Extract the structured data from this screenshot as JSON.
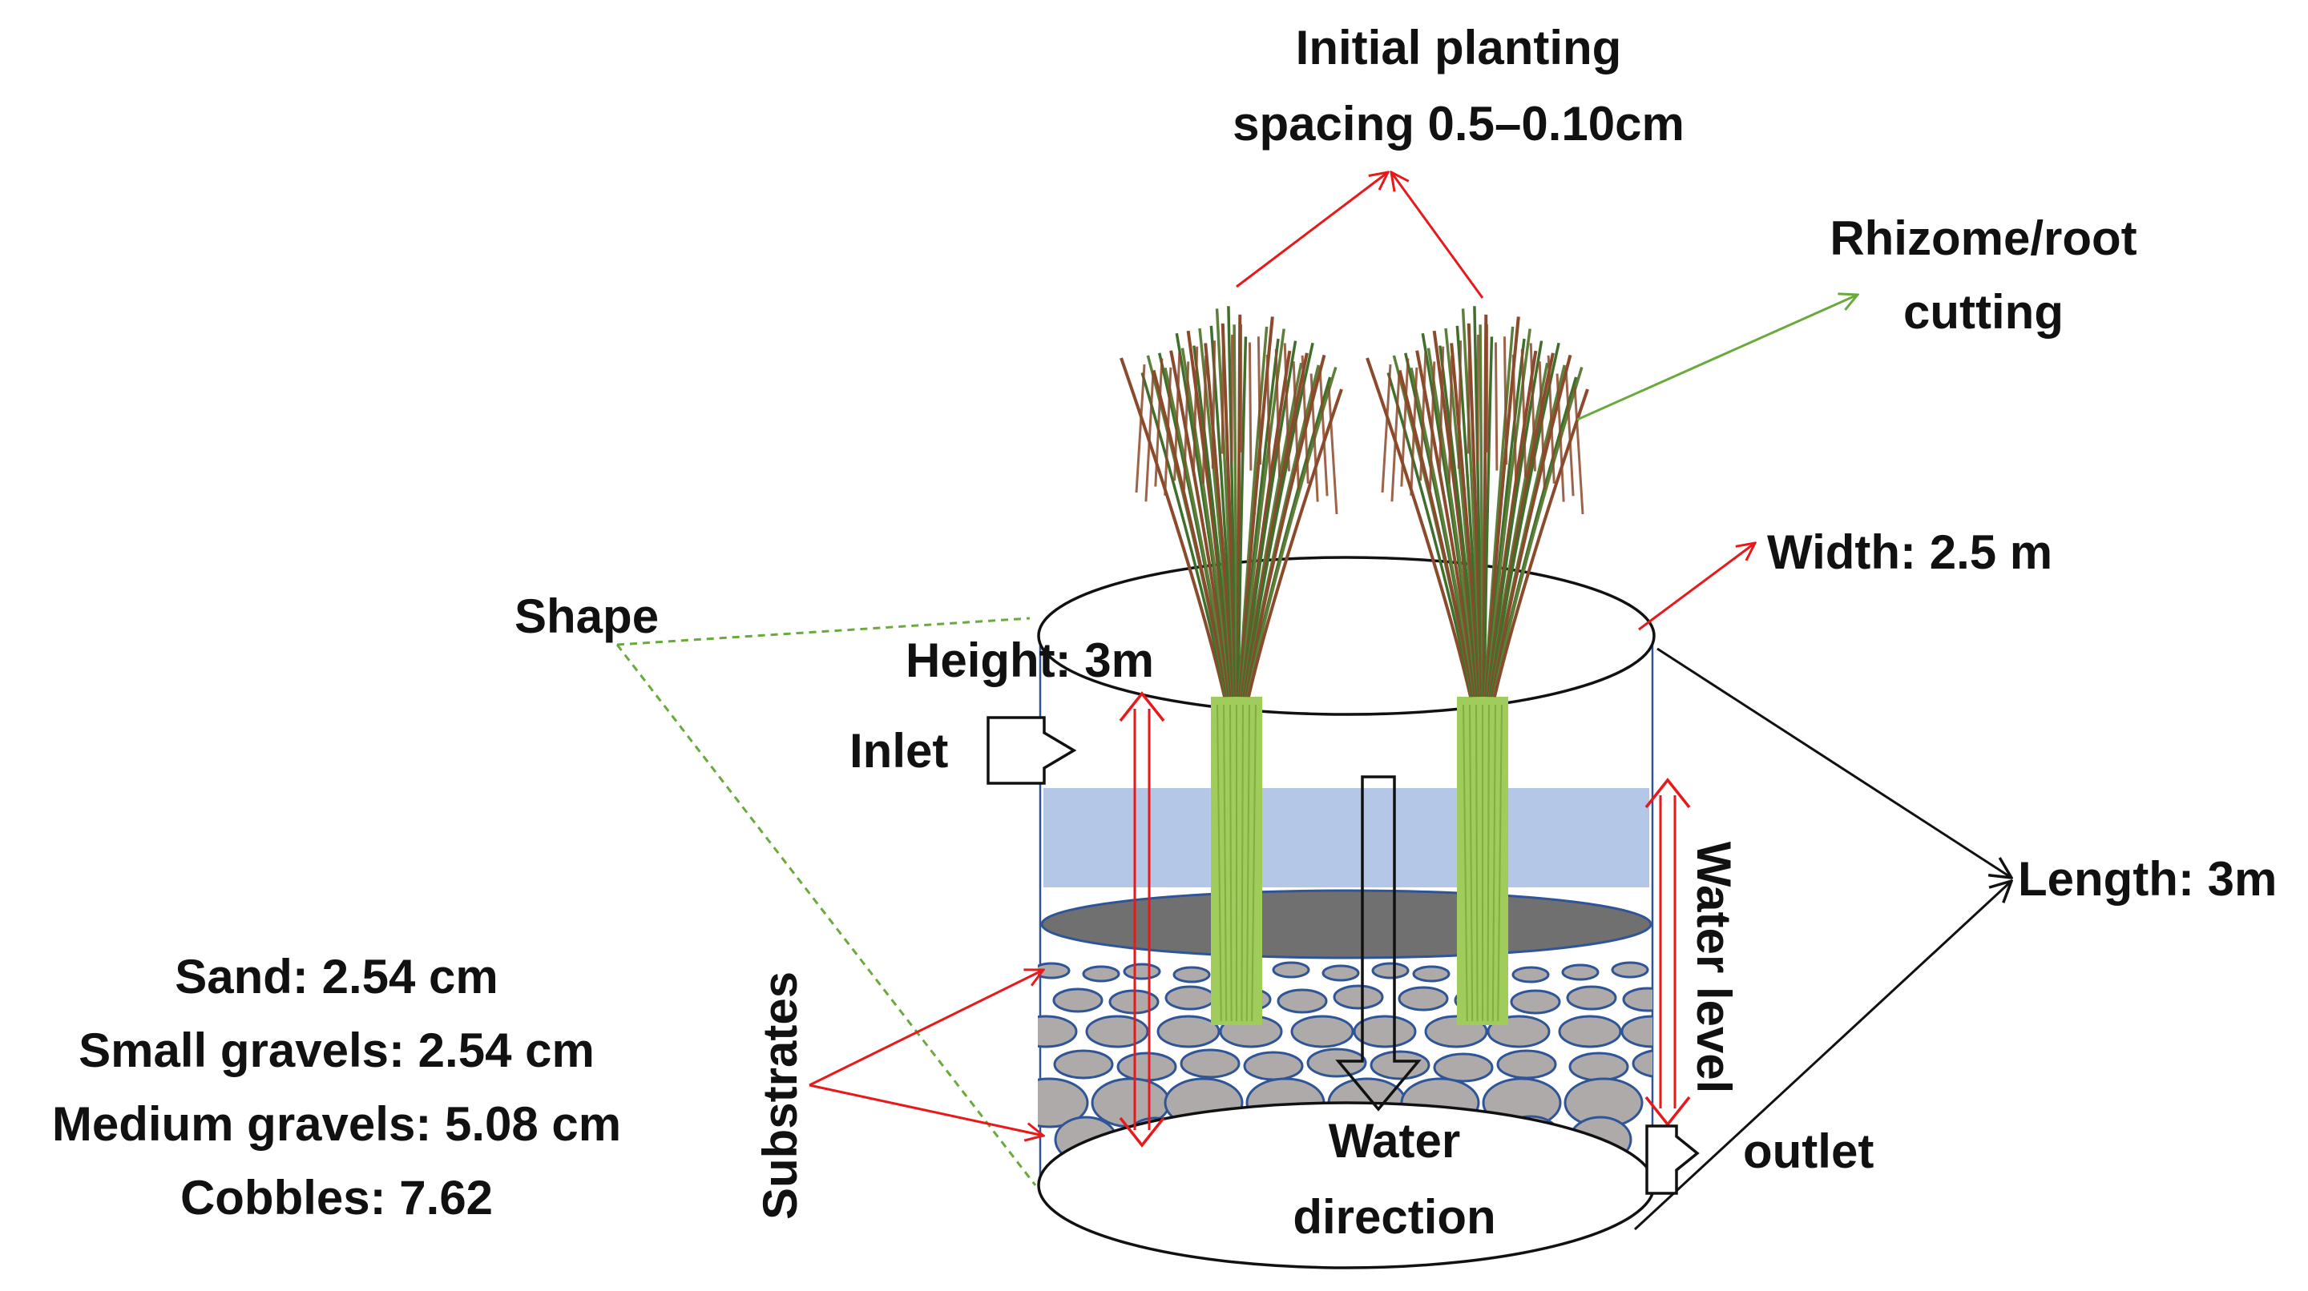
{
  "labels": {
    "planting_line1": "Initial planting",
    "planting_line2": "spacing 0.5–0.10cm",
    "rhizome_line1": "Rhizome/root",
    "rhizome_line2": "cutting",
    "width": "Width: 2.5 m",
    "shape": "Shape",
    "height": "Height: 3m",
    "inlet": "Inlet",
    "water_level": "Water level",
    "length": "Length: 3m",
    "substrates": "Substrates",
    "water_direction_line1": "Water",
    "water_direction_line2": "direction",
    "outlet": "outlet"
  },
  "substrate_sizes": [
    "Sand: 2.54 cm",
    "Small gravels: 2.54 cm",
    "Medium gravels: 5.08 cm",
    "Cobbles: 7.62"
  ],
  "colors": {
    "dimension_arrow": "#e8191b",
    "rhizome_arrow": "#6aaa3c",
    "shape_guide": "#6aaa3c",
    "water_band": "#b4c7e7",
    "substrate_layer": "#707070",
    "pebble_fill": "#aeaaaa",
    "pebble_stroke": "#2f5597",
    "stem": "#9fcc5a",
    "leaf_green": "#3f6f2a",
    "leaf_brown": "#8b4a2b"
  },
  "icons": [
    "inlet-arrow-icon",
    "outlet-arrow-icon",
    "water-direction-arrow-icon",
    "reed-plant-icon"
  ]
}
